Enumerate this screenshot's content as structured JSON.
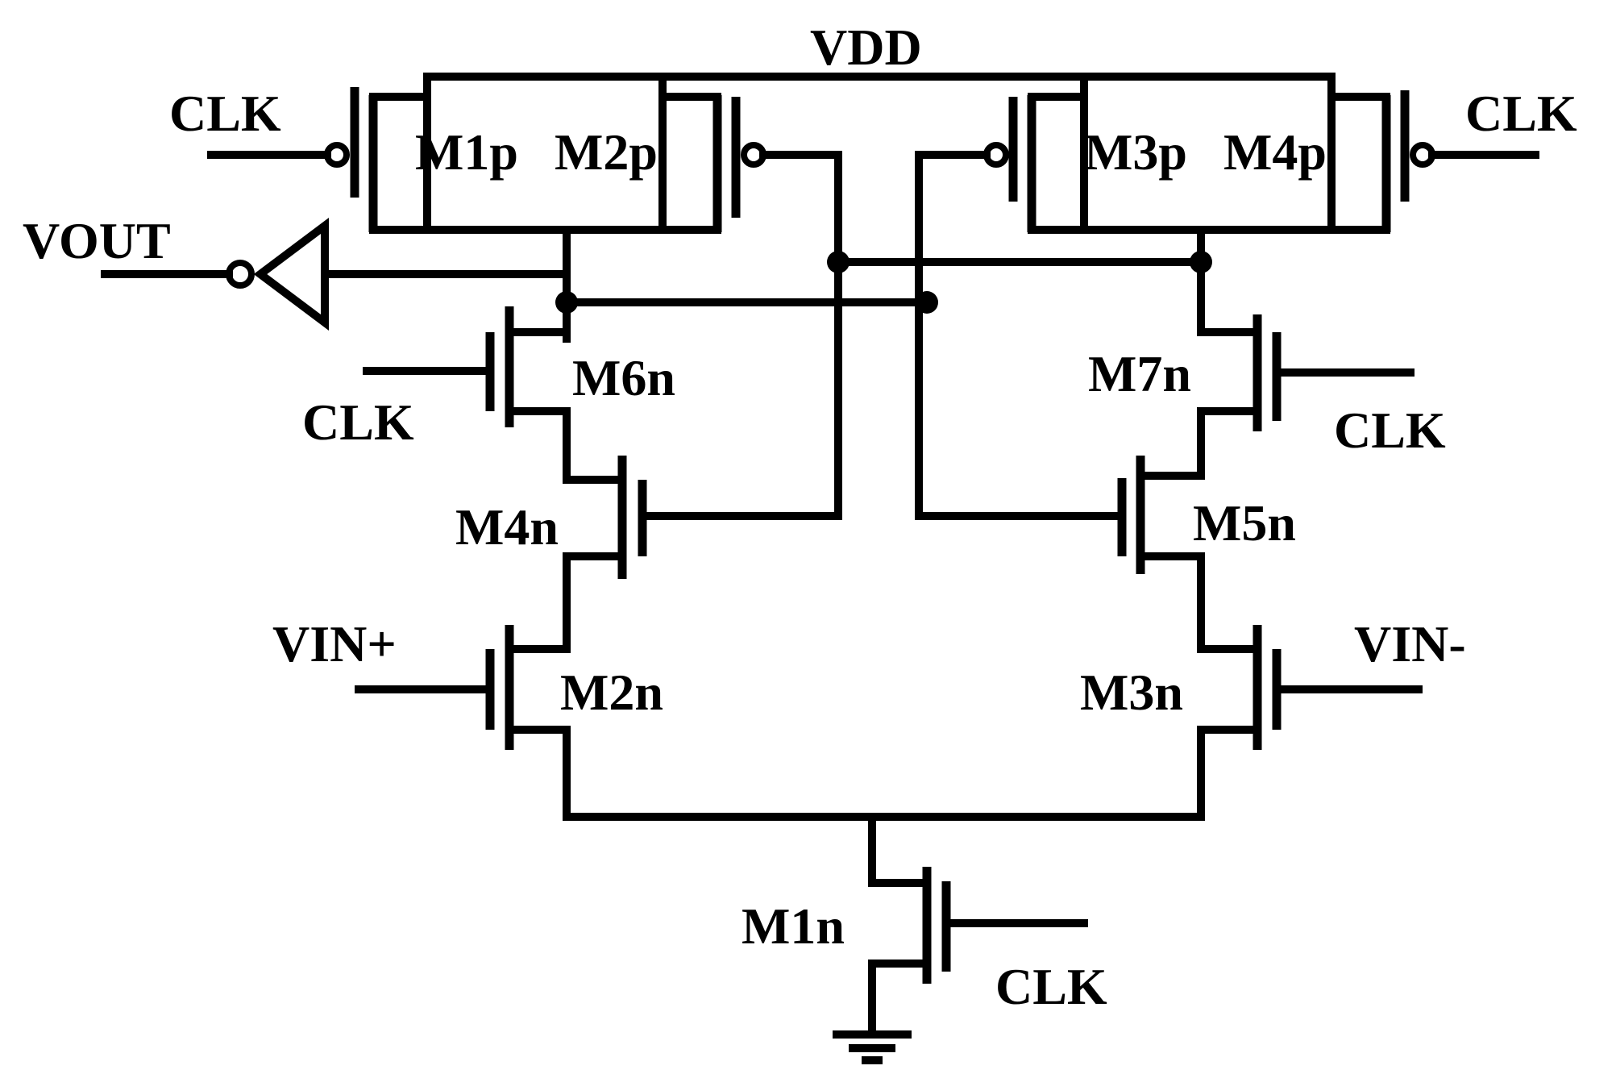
{
  "labels": {
    "vdd": "VDD",
    "vout": "VOUT",
    "clk": "CLK",
    "vin_plus": "VIN+",
    "vin_minus": "VIN-",
    "m1p": "M1p",
    "m2p": "M2p",
    "m3p": "M3p",
    "m4p": "M4p",
    "m1n": "M1n",
    "m2n": "M2n",
    "m3n": "M3n",
    "m4n": "M4n",
    "m5n": "M5n",
    "m6n": "M6n",
    "m7n": "M7n"
  },
  "colors": {
    "line": "#000000",
    "background": "#ffffff"
  }
}
